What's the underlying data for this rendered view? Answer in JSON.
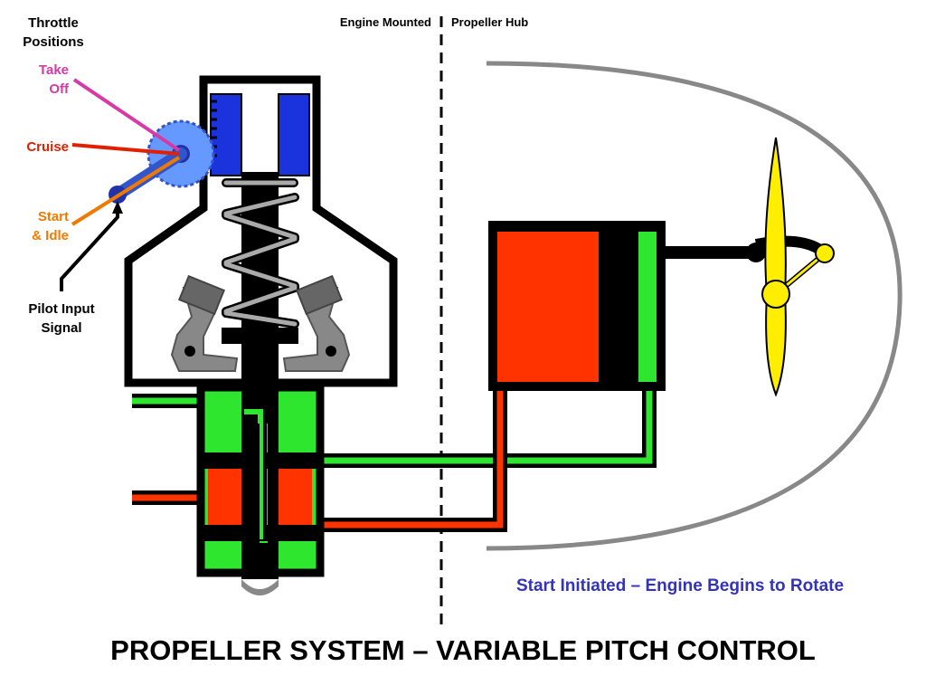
{
  "title": "PROPELLER SYSTEM – VARIABLE PITCH CONTROL",
  "status": "Start Initiated – Engine Begins to Rotate",
  "divider": {
    "left_label": "Engine Mounted",
    "right_label": "Propeller Hub"
  },
  "throttle": {
    "heading_line1": "Throttle",
    "heading_line2": "Positions",
    "takeoff_line1": "Take",
    "takeoff_line2": "Off",
    "cruise": "Cruise",
    "start_line1": "Start",
    "start_line2": "& Idle"
  },
  "pilot_input": {
    "line1": "Pilot Input",
    "line2": "Signal"
  },
  "colors": {
    "oil_supply": "#2ee62e",
    "oil_return": "#ff3300",
    "flyweights": "#1a33dd",
    "gear": "#6699ff",
    "blade": "#ffee00",
    "takeoff": "#d63aa6",
    "cruise": "#e02000",
    "start_idle": "#f07a00",
    "status_text": "#3333bb",
    "hub_outline": "#888888"
  },
  "icons": [
    "speeder-gear-icon",
    "flyweight-icon",
    "spring-icon",
    "pilot-valve-icon",
    "pitch-cylinder-icon",
    "propeller-blade-icon"
  ]
}
